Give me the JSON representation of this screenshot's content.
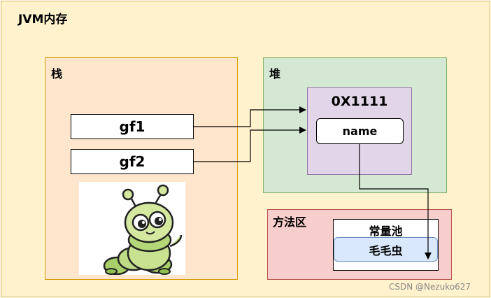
{
  "title": "JVM内存",
  "stack": {
    "label": "栈",
    "refs": [
      "gf1",
      "gf2"
    ]
  },
  "heap": {
    "label": "堆",
    "object": {
      "address": "0X1111",
      "field": "name"
    }
  },
  "method_area": {
    "label": "方法区",
    "pool_label": "常量池",
    "pool_entry": "毛毛虫"
  },
  "watermark": "CSDN @Nezuko627"
}
